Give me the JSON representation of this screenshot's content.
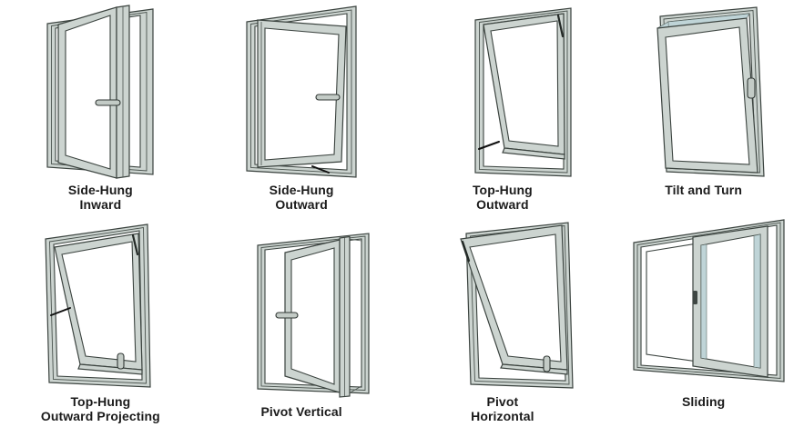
{
  "page": {
    "background": "#ffffff"
  },
  "palette": {
    "frame_fill": "#ccd4d0",
    "frame_shadow": "#b2bdb8",
    "outline": "#3b433f",
    "glass": "#ffffff",
    "glass_tint": "#bfd4d7",
    "stay_arm": "#101010",
    "label_color": "#1b1b1b"
  },
  "windows": [
    {
      "id": "side-hung-inward",
      "label_line1": "Side-Hung",
      "label_line2": "Inward"
    },
    {
      "id": "side-hung-outward",
      "label_line1": "Side-Hung",
      "label_line2": "Outward"
    },
    {
      "id": "top-hung-outward",
      "label_line1": "Top-Hung",
      "label_line2": "Outward"
    },
    {
      "id": "tilt-and-turn",
      "label_line1": "Tilt and Turn",
      "label_line2": ""
    },
    {
      "id": "top-hung-outward-projecting",
      "label_line1": "Top-Hung",
      "label_line2": "Outward Projecting"
    },
    {
      "id": "pivot-vertical",
      "label_line1": "Pivot Vertical",
      "label_line2": ""
    },
    {
      "id": "pivot-horizontal",
      "label_line1": "Pivot",
      "label_line2": "Horizontal"
    },
    {
      "id": "sliding",
      "label_line1": "Sliding",
      "label_line2": ""
    }
  ]
}
